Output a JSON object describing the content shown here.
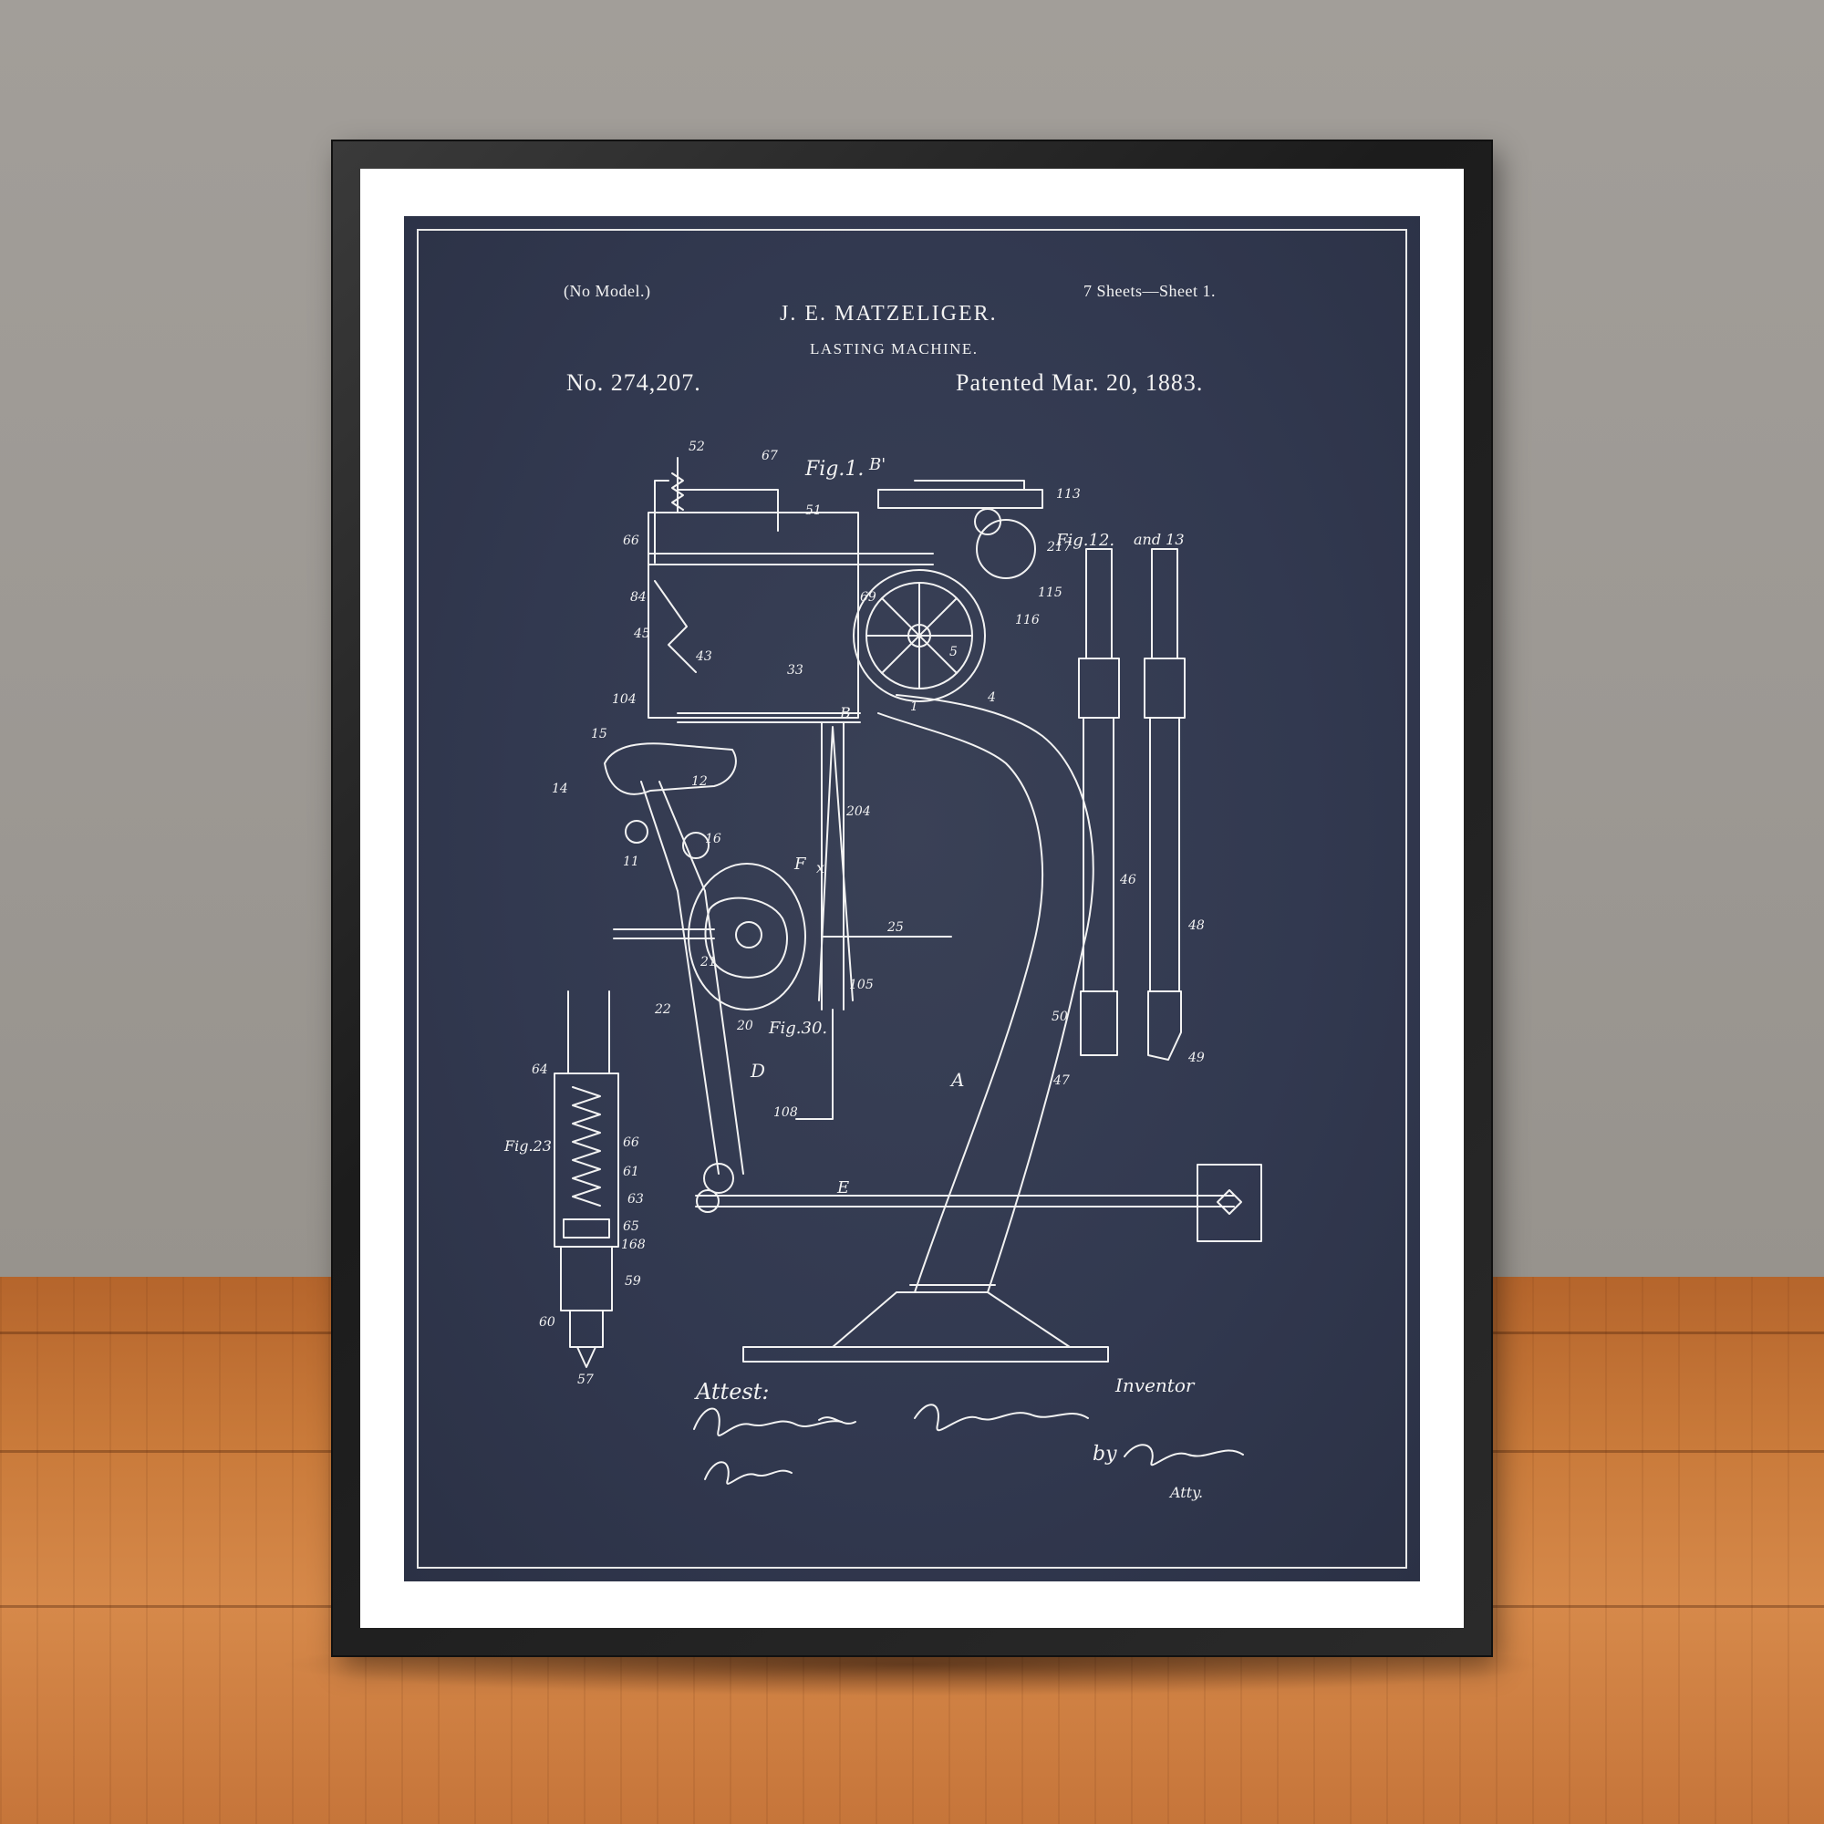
{
  "patent": {
    "model_note": "(No Model.)",
    "sheets": "7 Sheets—Sheet 1.",
    "inventor_name": "J. E. MATZELIGER.",
    "title": "LASTING MACHINE.",
    "number": "No. 274,207.",
    "date": "Patented Mar. 20, 1883."
  },
  "figures": {
    "fig1": "Fig.1.",
    "fig12": "Fig.12.",
    "fig12_and": "and 13",
    "fig23": "Fig.23",
    "fig30": "Fig.30."
  },
  "letters": {
    "A": "A",
    "B": "B",
    "B_prime": "B'",
    "D": "D",
    "E": "E",
    "F": "F",
    "x": "x"
  },
  "part_numbers": [
    "52",
    "67",
    "51",
    "113",
    "66",
    "84",
    "43",
    "45",
    "33",
    "104",
    "69",
    "5",
    "4",
    "1",
    "15",
    "14",
    "11",
    "12",
    "16",
    "204",
    "25",
    "105",
    "20",
    "22",
    "21",
    "108",
    "64",
    "66",
    "61",
    "63",
    "65",
    "168",
    "59",
    "60",
    "57",
    "46",
    "48",
    "50",
    "49",
    "47",
    "115",
    "116",
    "217"
  ],
  "signatures": {
    "attest": "Attest:",
    "inventor_label": "Inventor",
    "by": "by",
    "atty": "Atty."
  },
  "colors": {
    "blueprint": "#323950",
    "line": "#f2f2f2",
    "mat": "#ffffff",
    "frame": "#1f1f1f",
    "wall": "#9c9893",
    "floor": "#c97a3a"
  }
}
